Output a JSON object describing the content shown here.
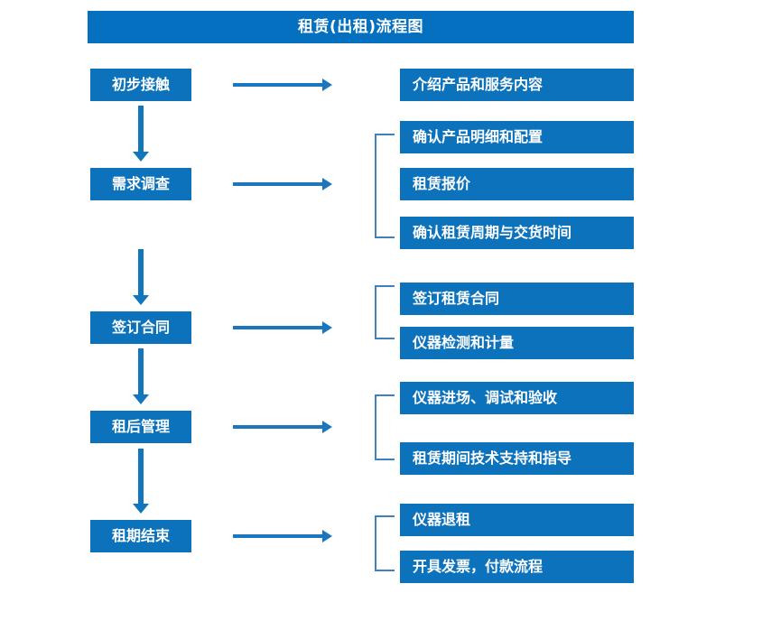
{
  "diagram": {
    "title": "租赁(出租)流程图",
    "colors": {
      "title_bar": "#0570c0",
      "box_fill": "#0c72bc",
      "box_text": "#ffffff",
      "arrow": "#1c76bd",
      "bracket": "#3f80c1",
      "background": "#ffffff"
    },
    "stages": [
      {
        "label": "初步接触"
      },
      {
        "label": "需求调查"
      },
      {
        "label": "签订合同"
      },
      {
        "label": "租后管理"
      },
      {
        "label": "租期结束"
      }
    ],
    "details": [
      {
        "label": "介绍产品和服务内容"
      },
      {
        "label": "确认产品明细和配置"
      },
      {
        "label": "租赁报价"
      },
      {
        "label": "确认租赁周期与交货时间"
      },
      {
        "label": "签订租赁合同"
      },
      {
        "label": "仪器检测和计量"
      },
      {
        "label": "仪器进场、调试和验收"
      },
      {
        "label": "租赁期间技术支持和指导"
      },
      {
        "label": "仪器退租"
      },
      {
        "label": "开具发票，付款流程"
      }
    ]
  }
}
